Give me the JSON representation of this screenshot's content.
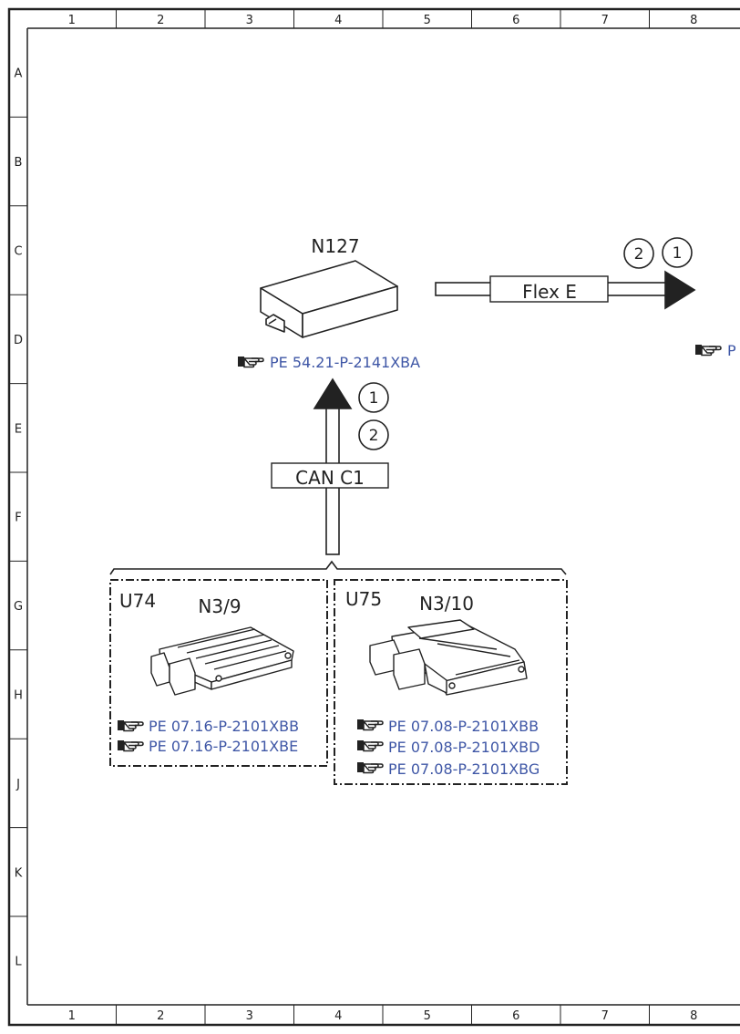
{
  "frame": {
    "columns": [
      "1",
      "2",
      "3",
      "4",
      "5",
      "6",
      "7",
      "8"
    ],
    "rows": [
      "A",
      "B",
      "C",
      "D",
      "E",
      "F",
      "G",
      "H",
      "J",
      "K",
      "L"
    ]
  },
  "components": {
    "n127": {
      "label": "N127",
      "refs": [
        "PE 54.21-P-2141XBA"
      ]
    },
    "u74": {
      "group": "U74",
      "label": "N3/9",
      "refs": [
        "PE 07.16-P-2101XBB",
        "PE 07.16-P-2101XBE"
      ]
    },
    "u75": {
      "group": "U75",
      "label": "N3/10",
      "refs": [
        "PE 07.08-P-2101XBB",
        "PE 07.08-P-2101XBD",
        "PE 07.08-P-2101XBG"
      ]
    }
  },
  "buses": {
    "flex_e": {
      "label": "Flex E",
      "markers": [
        "2",
        "1"
      ]
    },
    "can_c1": {
      "label": "CAN C1",
      "markers": [
        "1",
        "2"
      ]
    }
  },
  "offpage_ref_partial": "P",
  "colors": {
    "line": "#222222",
    "link": "#3f57a6"
  },
  "icons": {
    "reference": "pointing-hand-book-icon"
  }
}
